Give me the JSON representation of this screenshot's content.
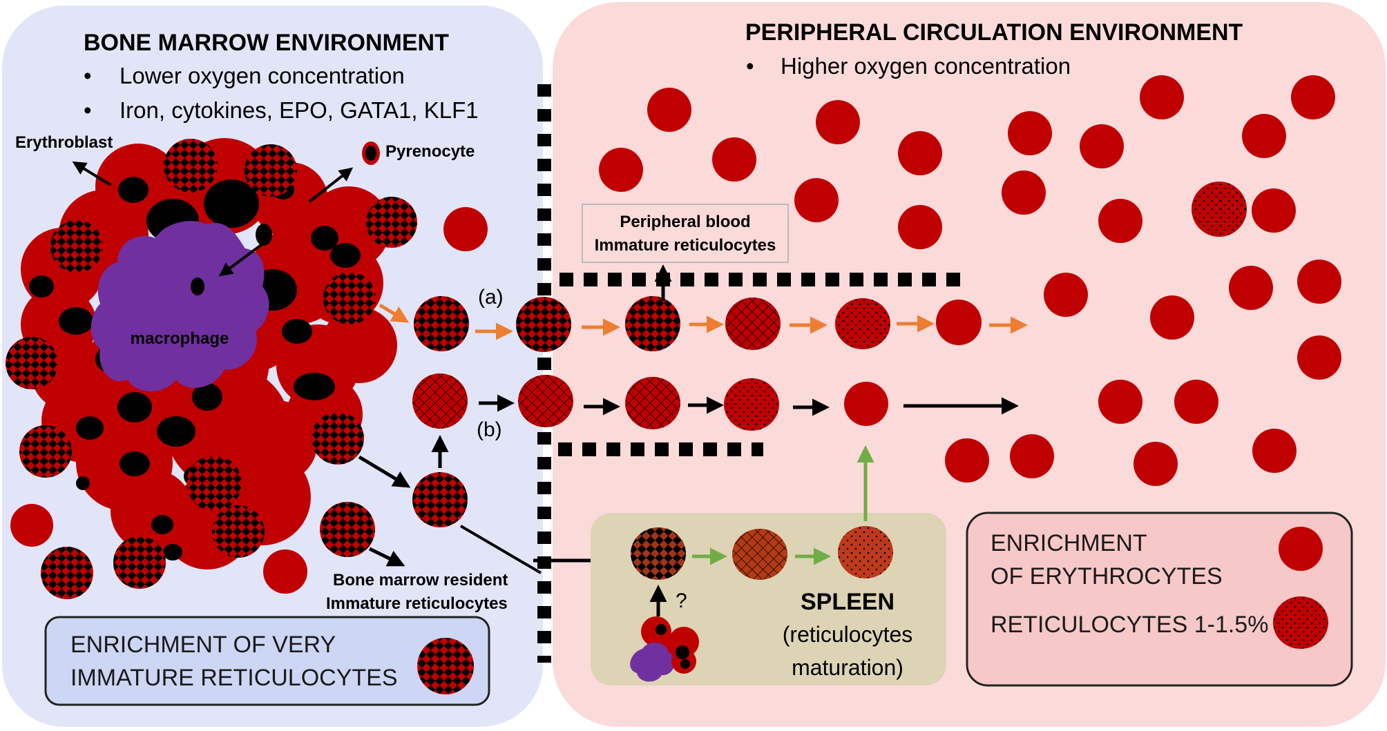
{
  "bone_marrow": {
    "title": "BONE MARROW ENVIRONMENT",
    "bullets": [
      "Lower oxygen concentration",
      "Iron, cytokines, EPO, GATA1, KLF1"
    ],
    "labels": {
      "erythroblast": "Erythroblast",
      "pyrenocyte": "Pyrenocyte",
      "macrophage": "macrophage",
      "resident_line1": "Bone marrow resident",
      "resident_line2": "Immature reticulocytes"
    },
    "legend": {
      "line1": "ENRICHMENT OF VERY",
      "line2": "IMMATURE RETICULOCYTES"
    }
  },
  "peripheral": {
    "title": "PERIPHERAL CIRCULATION  ENVIRONMENT",
    "bullets": [
      "Higher oxygen concentration"
    ],
    "pb_label_line1": "Peripheral blood",
    "pb_label_line2": "Immature reticulocytes",
    "path_a": "(a)",
    "path_b": "(b)",
    "legend": {
      "line1": "ENRICHMENT",
      "line2": "OF  ERYTHROCYTES",
      "line3": "RETICULOCYTES 1-1.5%"
    }
  },
  "spleen": {
    "title": "SPLEEN",
    "sub_line1": "(reticulocytes",
    "sub_line2": "maturation)",
    "question": "?"
  },
  "colors": {
    "bm_background": "#e2e5f8",
    "pc_background": "#fbdada",
    "spleen_background": "#ddd4b6",
    "cell_red": "#c00000",
    "macrophage": "#7030a0",
    "arrow_orange": "#ed7d31",
    "arrow_green": "#70ad47"
  }
}
